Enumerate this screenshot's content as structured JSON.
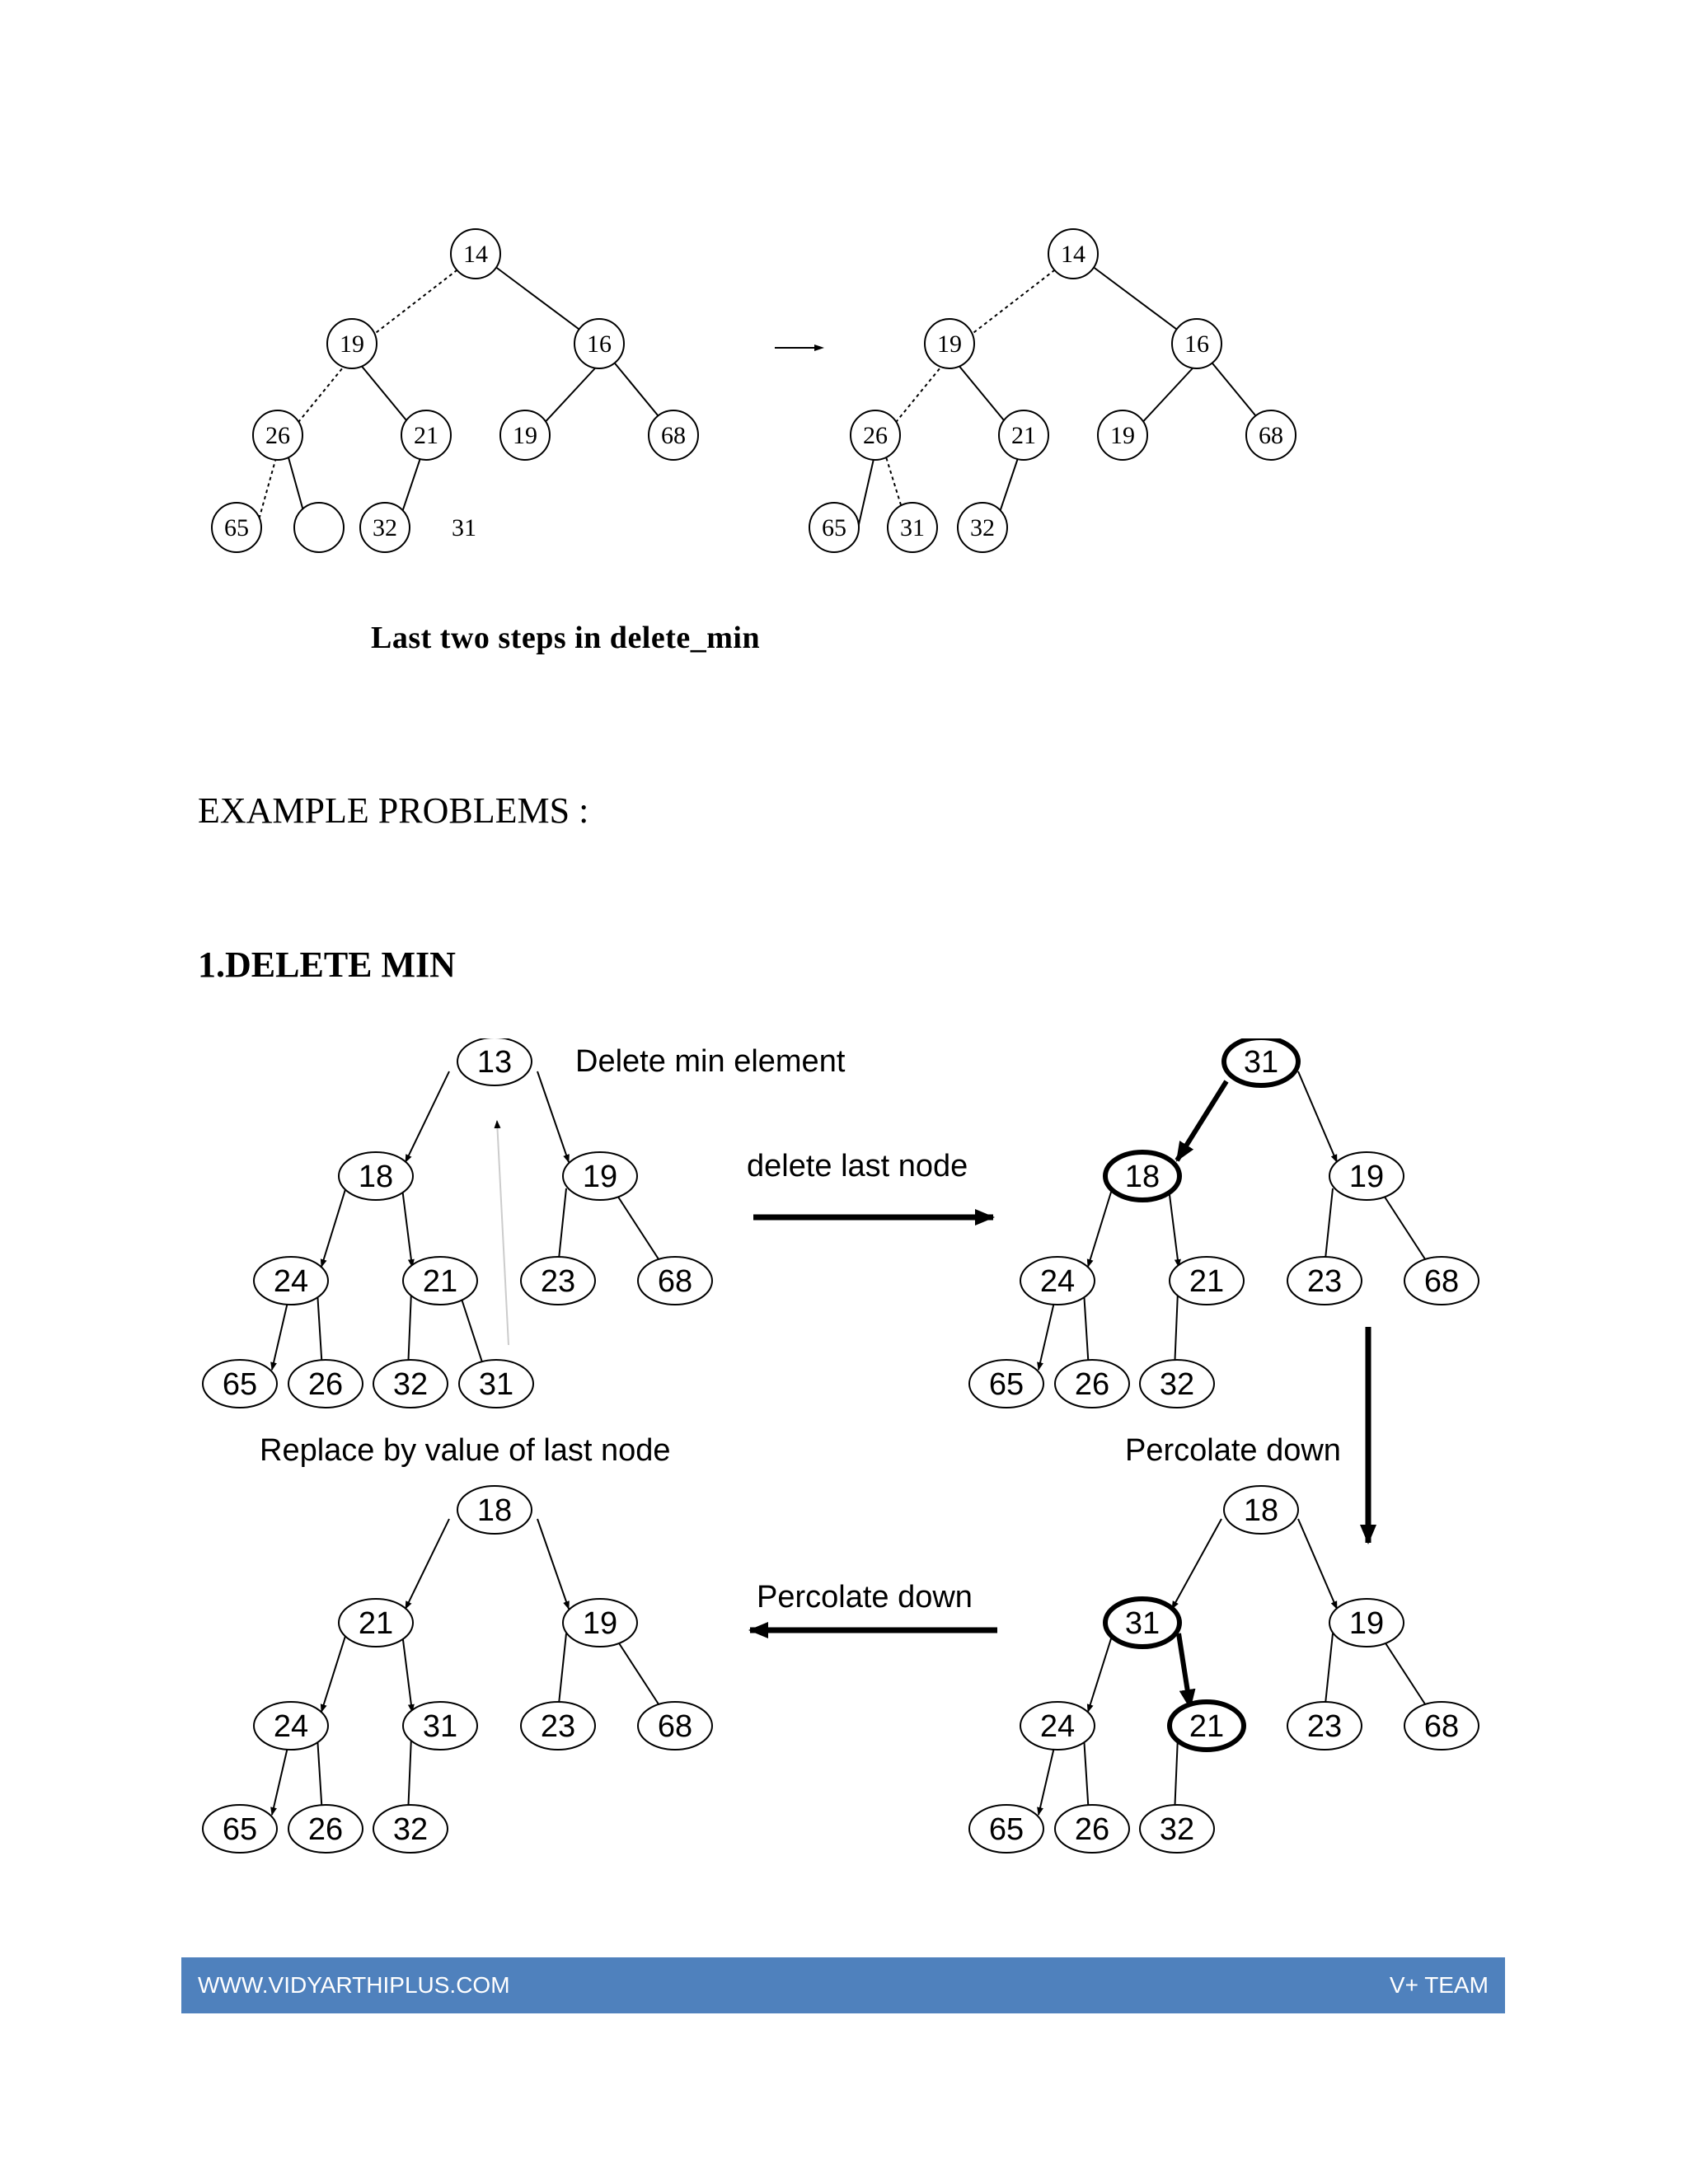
{
  "figure1": {
    "caption": "Last two steps in delete_min",
    "left_tree": {
      "nodes": [
        "14",
        "19",
        "16",
        "26",
        "21",
        "19",
        "68",
        "65",
        "",
        "32"
      ],
      "floating_value": "31"
    },
    "right_tree": {
      "nodes": [
        "14",
        "19",
        "16",
        "26",
        "21",
        "19",
        "68",
        "65",
        "31",
        "32"
      ]
    }
  },
  "section_heading": "EXAMPLE PROBLEMS :",
  "subsection_heading": "1.DELETE MIN",
  "figure2": {
    "labels": {
      "delete_min_element": "Delete min element",
      "delete_last_node": "delete last node",
      "replace_by_value": "Replace by value of last node",
      "percolate_down_right": "Percolate down",
      "percolate_down_bottom": "Percolate down"
    },
    "tree1": [
      "13",
      "18",
      "19",
      "24",
      "21",
      "23",
      "68",
      "65",
      "26",
      "32",
      "31"
    ],
    "tree2": [
      "31",
      "18",
      "19",
      "24",
      "21",
      "23",
      "68",
      "65",
      "26",
      "32"
    ],
    "tree3": [
      "18",
      "31",
      "19",
      "24",
      "21",
      "23",
      "68",
      "65",
      "26",
      "32"
    ],
    "tree4": [
      "18",
      "21",
      "19",
      "24",
      "31",
      "23",
      "68",
      "65",
      "26",
      "32"
    ]
  },
  "footer": {
    "left": "WWW.VIDYARTHIPLUS.COM",
    "right": "V+ TEAM"
  }
}
